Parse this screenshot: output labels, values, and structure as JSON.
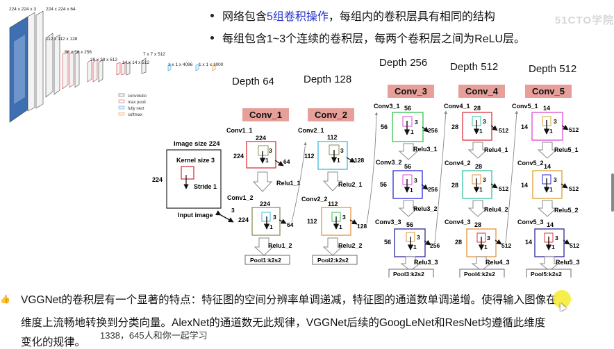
{
  "bullets": [
    {
      "pre": "网络包含",
      "highlight": "5组卷积操作",
      "post": "，每组内的卷积层具有相同的结构"
    },
    {
      "text": "每组包含1~3个连续的卷积层，每两个卷积层之间为ReLU层。"
    }
  ],
  "watermark": "51CTO学院",
  "thumbnail": {
    "labels": [
      "224 x 224 x 3",
      "224 x 224 x 64",
      "112 x 112 x 128",
      "56 x 56 x 256",
      "28 x 28 x 512",
      "14 x 14 x 512",
      "7 x 7 x 512",
      "1 x 1 x 4096",
      "1 x 1 x 1000"
    ],
    "legend": [
      "convolutio",
      "max pooli",
      "fully nect",
      "softmax"
    ]
  },
  "depths": [
    "Depth 64",
    "Depth 128",
    "Depth 256",
    "Depth 512",
    "Depth 512"
  ],
  "conv_groups": [
    "Conv_1",
    "Conv_2",
    "Conv_3",
    "Conv_4",
    "Conv_5"
  ],
  "input_box": {
    "image_size": "Image size 224",
    "kernel_size": "Kernel size 3",
    "stride": "Stride 1",
    "side": "224",
    "caption": "Input image"
  },
  "layers": {
    "conv1_1": "Conv1_1",
    "conv1_2": "Conv1_2",
    "relu1_1": "Relu1_1",
    "relu1_2": "Relu1_2",
    "pool1": "Pool1:k2s2",
    "conv2_1": "Conv2_1",
    "conv2_2": "Conv2_2",
    "relu2_1": "Relu2_1",
    "relu2_2": "Relu2_2",
    "pool2": "Pool2:k2s2",
    "conv3_1": "Conv3_1",
    "conv3_2": "Conv3_2",
    "conv3_3": "Conv3_3",
    "relu3_1": "Relu3_1",
    "relu3_2": "Relu3_2",
    "relu3_3": "Relu3_3",
    "pool3": "Pool3:k2s2",
    "conv4_1": "Conv4_1",
    "conv4_2": "Conv4_2",
    "conv4_3": "Conv4_3",
    "relu4_1": "Relu4_1",
    "relu4_2": "Relu4_2",
    "relu4_3": "Relu4_3",
    "pool4": "Pool4:k2s2",
    "conv5_1": "Conv5_1",
    "conv5_2": "Conv5_2",
    "conv5_3": "Conv5_3",
    "relu5_1": "Relu5_1",
    "relu5_2": "Relu5_2",
    "relu5_3": "Relu5_3",
    "pool5": "Pool5:k2s2"
  },
  "dims": {
    "s224": "224",
    "s112": "112",
    "s56": "56",
    "s28": "28",
    "s14": "14",
    "k3": "3",
    "k1": "1",
    "c64": "64",
    "c128": "128",
    "c256": "256",
    "c512": "512",
    "arrow3": "3"
  },
  "paragraph": [
    "VGGNet的卷积层有一个显著的特点：特征图的空间分辨率单调递减，特征图的通道数单调递增。使得输入图像在",
    "维度上流畅地转换到分类向量。AlexNet的通道数无此规律，VGGNet后续的GoogLeNet和ResNet均遵循此维度",
    "变化的规律。"
  ],
  "danmu": "1338，645人和你一起学习",
  "colors": {
    "conv_tag": "#e79f9a",
    "highlight": "#2433c9",
    "red": "#d9363e",
    "cyan": "#3bb9e0",
    "olive": "#8f8f55",
    "green": "#34c24a",
    "blue": "#2a2ad8",
    "orange": "#e7923a",
    "teal": "#2fc2a0",
    "magenta": "#d94bd9",
    "gold": "#d9a030",
    "navy": "#2a2a9c"
  }
}
